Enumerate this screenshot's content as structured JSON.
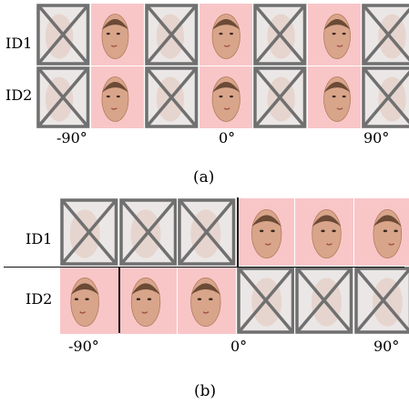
{
  "figure_a": {
    "row_labels": [
      "ID1",
      "ID2"
    ],
    "angle_labels": [
      "-90°",
      "0°",
      "90°"
    ],
    "caption": "(a)",
    "rows": [
      [
        "masked",
        "face",
        "masked",
        "face",
        "masked",
        "face",
        "masked"
      ],
      [
        "masked",
        "face",
        "masked",
        "face",
        "masked",
        "face",
        "masked"
      ]
    ]
  },
  "figure_b": {
    "row_labels": [
      "ID1",
      "ID2"
    ],
    "angle_labels": [
      "-90°",
      "0°",
      "90°"
    ],
    "caption": "(b)",
    "rows": [
      [
        "masked",
        "masked",
        "masked",
        "face",
        "face",
        "face"
      ],
      [
        "face",
        "face",
        "face",
        "masked",
        "masked",
        "masked"
      ]
    ]
  },
  "colors": {
    "observed": "#f9c6c8",
    "masked_bg": "#ebe7e6",
    "cross": "#707070"
  }
}
